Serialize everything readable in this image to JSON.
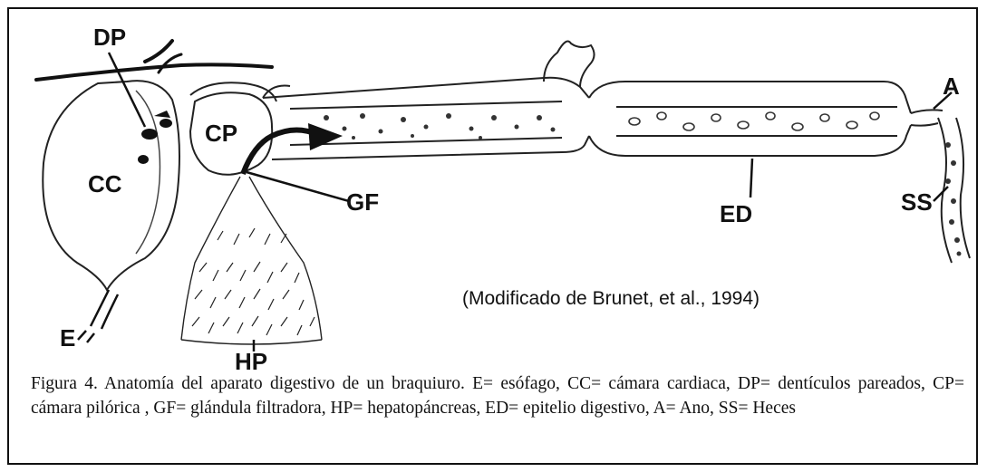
{
  "labels": {
    "dp": "DP",
    "cp": "CP",
    "cc": "CC",
    "gf": "GF",
    "ed": "ED",
    "a": "A",
    "ss": "SS",
    "e": "E",
    "hp": "HP"
  },
  "credit": "(Modificado de Brunet, et al., 1994)",
  "caption": "Figura 4. Anatomía del aparato digestivo de un braquiuro. E= esófago, CC= cámara cardiaca, DP= dentículos pareados, CP= cámara pilórica , GF= glándula filtradora, HP= hepatopáncreas, ED= epitelio digestivo, A= Ano, SS= Heces"
}
